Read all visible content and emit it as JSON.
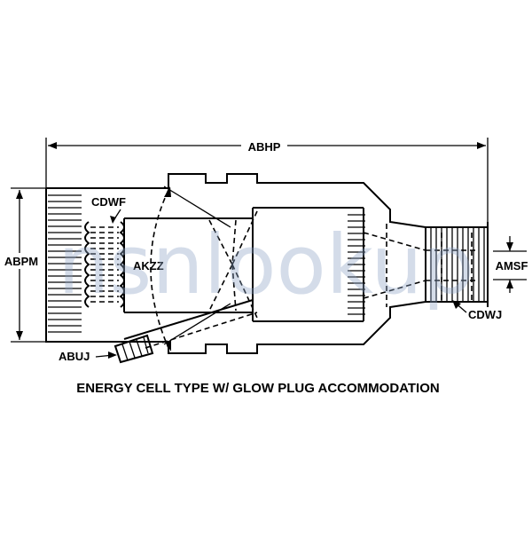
{
  "labels": {
    "abhp": "ABHP",
    "abpm": "ABPM",
    "cdwf": "CDWF",
    "akzz": "AKZZ",
    "abuj": "ABUJ",
    "amsf": "AMSF",
    "cdwj": "CDWJ"
  },
  "caption": "ENERGY CELL TYPE W/ GLOW PLUG ACCOMMODATION",
  "watermark": "nsnlookup"
}
